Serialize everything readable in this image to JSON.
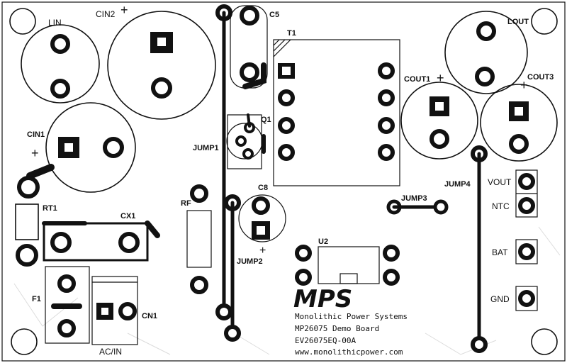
{
  "board": {
    "component_labels": {
      "lin": "LIN",
      "cin2": "CIN2",
      "c5": "C5",
      "t1": "T1",
      "lout": "LOUT",
      "cout1": "COUT1",
      "cout3": "COUT3",
      "cin1": "CIN1",
      "q1": "Q1",
      "jump1": "JUMP1",
      "jump4": "JUMP4",
      "rt1": "RT1",
      "cx1": "CX1",
      "rf": "RF",
      "c8": "C8",
      "jump3": "JUMP3",
      "jump2": "JUMP2",
      "u2": "U2",
      "f1": "F1",
      "cn1": "CN1",
      "acin": "AC/IN"
    },
    "terminals": {
      "vout": "VOUT",
      "ntc": "NTC",
      "bat": "BAT",
      "gnd": "GND"
    },
    "logo": "MPS",
    "info_lines": [
      "Monolithic Power Systems",
      "MP26075 Demo Board",
      "EV26075EQ-00A",
      "www.monolithicpower.com"
    ],
    "polarity_mark": "+"
  }
}
